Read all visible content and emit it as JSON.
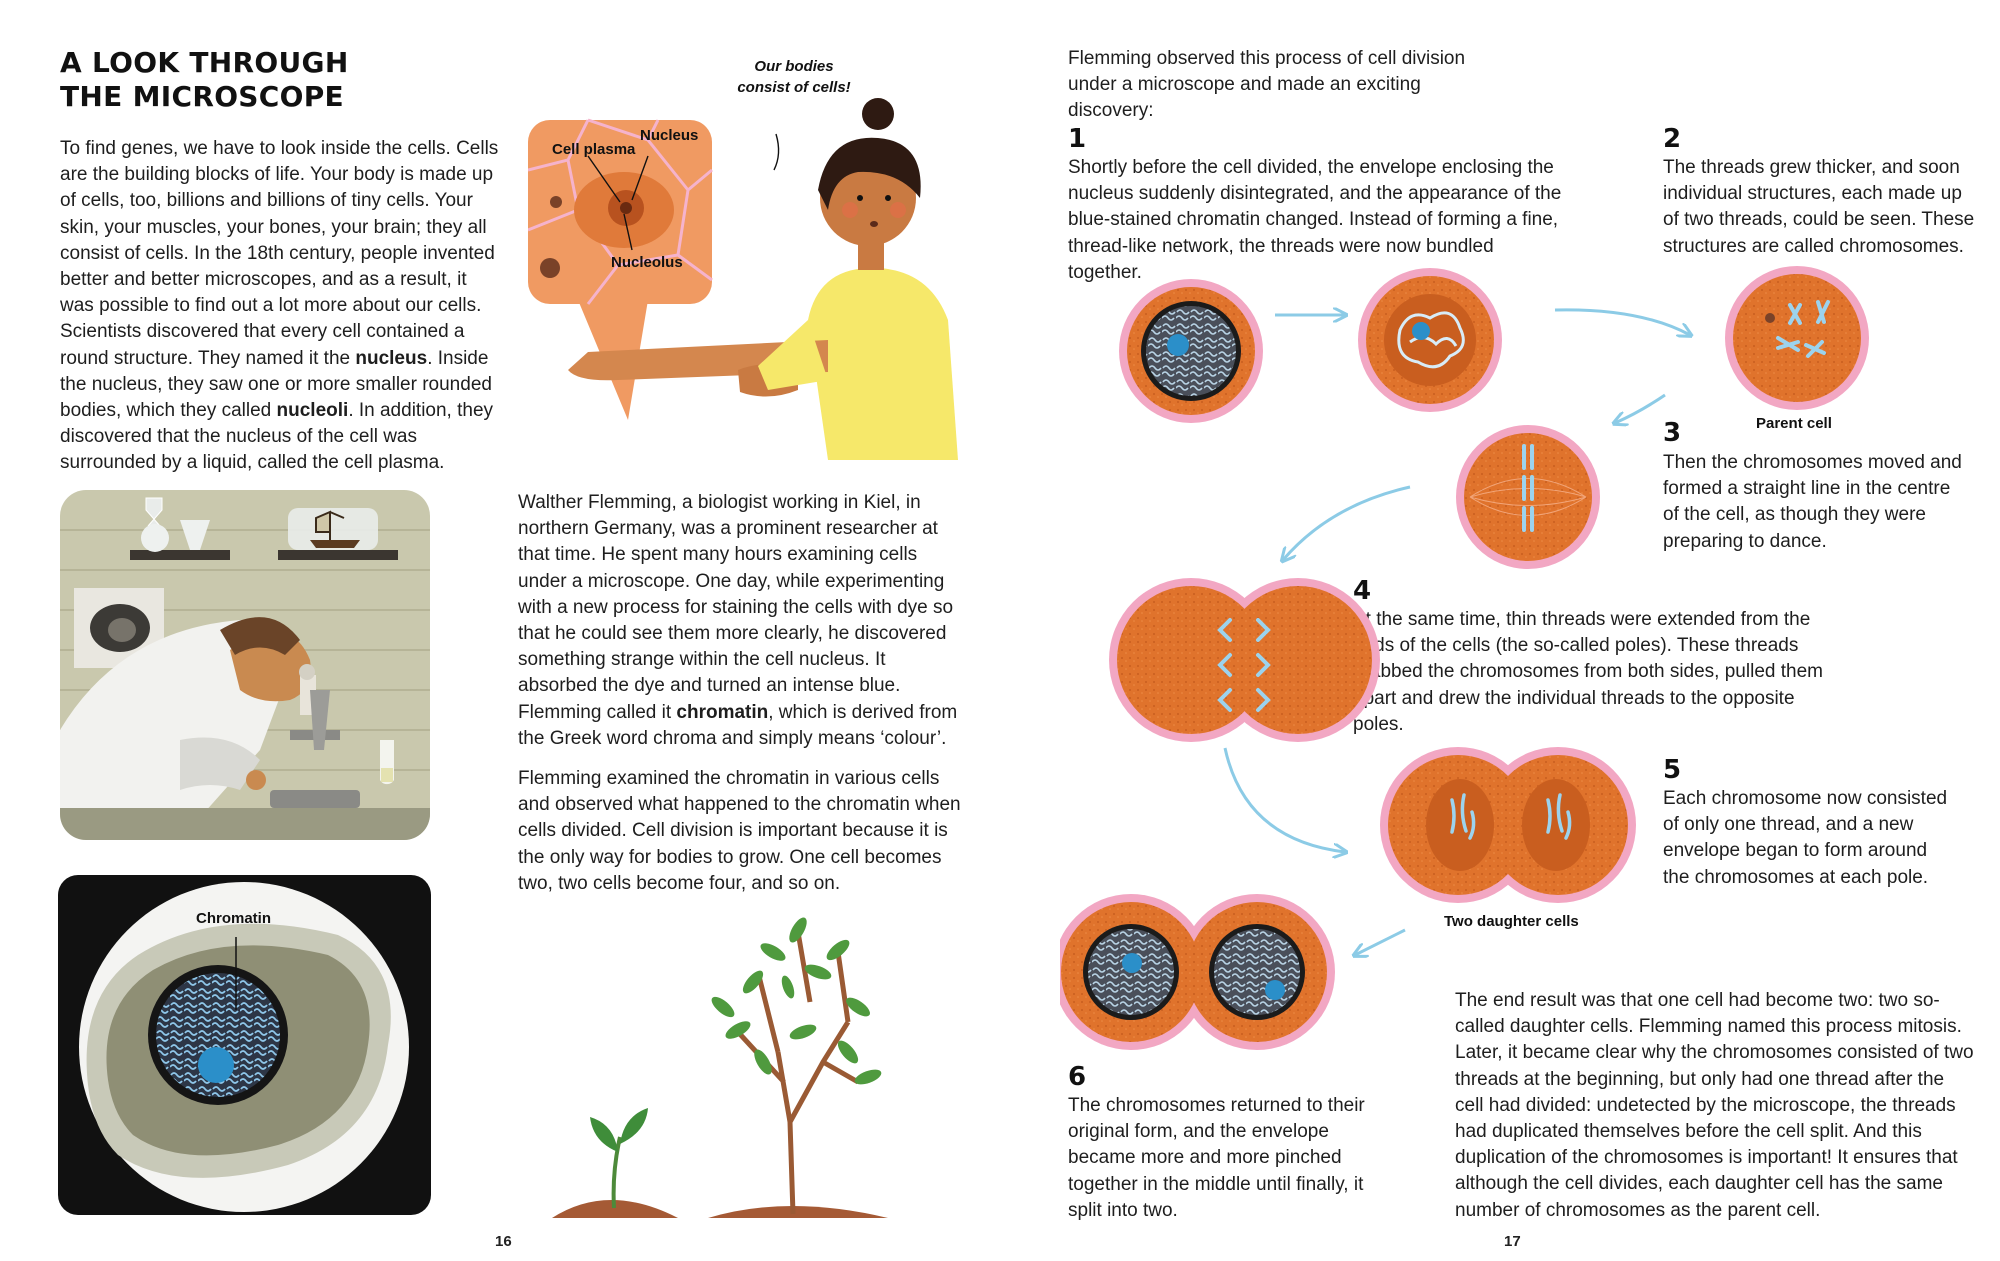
{
  "left_page": {
    "title_lines": [
      "A LOOK THROUGH",
      "THE MICROSCOPE"
    ],
    "intro": [
      {
        "t": "To find genes, we have to look inside the cells. Cells are the building blocks of life. Your body is made up of cells, too, billions and billions of tiny cells. Your skin, your muscles, your bones, your brain; they all consist of cells. In the 18th century, people invented better and better microscopes, and as a result, it was possible to find out a lot more about our cells. Scientists discovered that every cell contained a round structure. They named it the "
      },
      {
        "t": "nucleus",
        "b": true
      },
      {
        "t": ". Inside the nucleus, they saw one or more smaller rounded bodies, which they called "
      },
      {
        "t": "nucleoli",
        "b": true
      },
      {
        "t": ". In addition, they discovered that the nucleus of the cell was surrounded by a liquid, called the cell plasma."
      }
    ],
    "speech": [
      "Our bodies",
      "consist of cells!"
    ],
    "cell_labels": {
      "plasma": "Cell plasma",
      "nucleus": "Nucleus",
      "nucleolus": "Nucleolus"
    },
    "flemming_para1": [
      {
        "t": "Walther Flemming, a biologist working in Kiel, in northern Germany, was a prominent researcher at that time. He spent many hours examining cells under a microscope. One day, while experimenting with a new process for staining the cells with dye so that he could see them more clearly, he discovered something strange within the cell nucleus. It absorbed the dye and turned an intense blue. Flemming called it "
      },
      {
        "t": "chromatin",
        "b": true
      },
      {
        "t": ", which is derived from the Greek word chroma and simply means ‘colour’."
      }
    ],
    "flemming_para2": "Flemming examined the chromatin in various cells and observed what happened to the chromatin when cells divided. Cell division is important because it is the only way for bodies to grow. One cell becomes two, two cells become four, and so on.",
    "chromatin_label": "Chromatin",
    "page_number": "16"
  },
  "right_page": {
    "intro": "Flemming observed this process of cell division under a microscope and made an exciting discovery:",
    "steps": [
      {
        "n": "1",
        "text": "Shortly before the cell divided, the envelope enclosing the nucleus suddenly disintegrated, and the appearance of the blue-stained chromatin changed. Instead of forming a fine, thread-like network, the threads were now bundled together."
      },
      {
        "n": "2",
        "text": "The threads grew thicker, and soon individual structures, each made up of two threads, could be seen. These structures are called chromosomes."
      },
      {
        "n": "3",
        "text": "Then the chromosomes moved and formed a straight line in the centre of the cell, as though they were preparing to dance."
      },
      {
        "n": "4",
        "text": "At the same time, thin threads were extended from the ends of the cells (the so-called poles). These threads grabbed the chromosomes from both sides, pulled them apart and drew the individual threads to the opposite poles."
      },
      {
        "n": "5",
        "text": "Each chromosome now consisted of only one thread, and a new envelope began to form around the chromosomes at each pole."
      },
      {
        "n": "6",
        "text": "The chromosomes returned to their original form, and the envelope became more and more pinched together in the middle until finally, it split into two."
      }
    ],
    "parent_cell_label": "Parent cell",
    "daughter_cells_label": "Two daughter cells",
    "conclusion": "The end result was that one cell had become two: two so-called daughter cells. Flemming named this process mitosis. Later, it became clear why the chromosomes consisted of two threads at the beginning, but only had one thread after the cell had divided: undetected by the microscope, the threads had duplicated themselves before the cell split. And this duplication of the chromosomes is important! It ensures that although the cell divides, each daughter cell has the same number of chromosomes as the parent cell.",
    "page_number": "17"
  },
  "colors": {
    "cell_orange": "#e0732c",
    "cell_pink": "#f2a7c3",
    "arrow_blue": "#8ccbe6",
    "chromatin_blue": "#2b8fc9"
  }
}
